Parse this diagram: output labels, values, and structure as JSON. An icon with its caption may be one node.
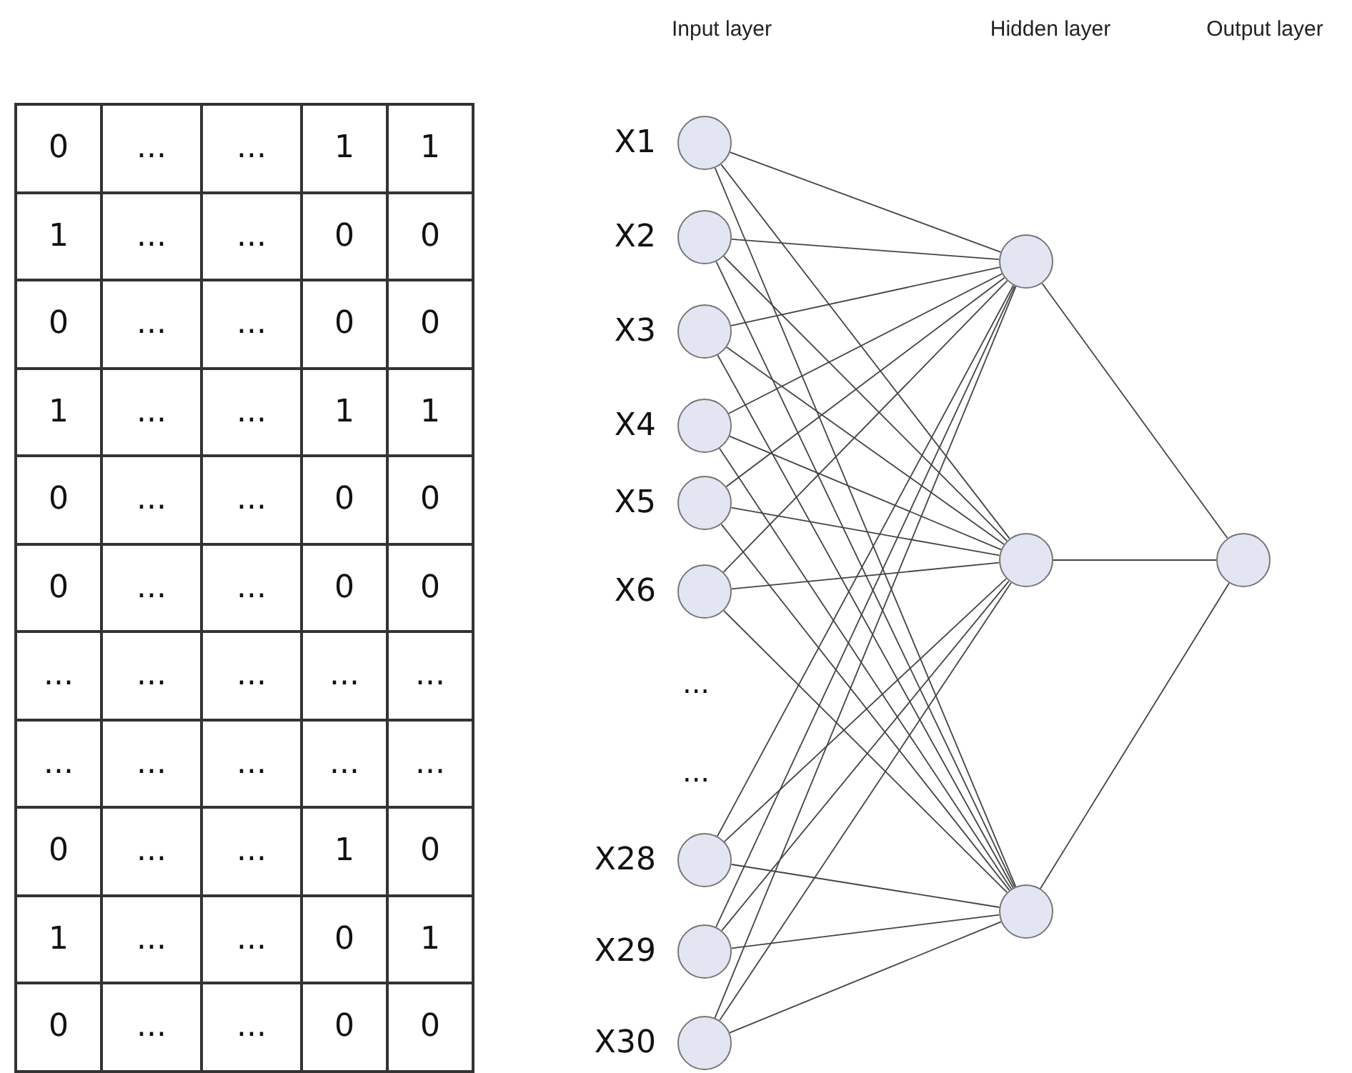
{
  "diagram": {
    "nodes": [
      {
        "text": [],
        "shape": "circle",
        "beside": [
          "X1"
        ]
      },
      {
        "text": [],
        "shape": "circle",
        "beside": [
          "X2"
        ]
      },
      {
        "text": [],
        "shape": "circle",
        "beside": [
          "X3"
        ]
      },
      {
        "text": [],
        "shape": "circle",
        "beside": [
          "X4"
        ]
      },
      {
        "text": [],
        "shape": "circle",
        "beside": [
          "X5"
        ]
      },
      {
        "text": [],
        "shape": "circle",
        "beside": [
          "X6"
        ]
      },
      {
        "text": [],
        "shape": "circle",
        "beside": [
          "X28"
        ]
      },
      {
        "text": [],
        "shape": "circle",
        "beside": [
          "X29"
        ]
      },
      {
        "text": [],
        "shape": "circle",
        "beside": [
          "X30"
        ]
      },
      {
        "text": [],
        "shape": "circle"
      },
      {
        "text": [],
        "shape": "circle"
      },
      {
        "text": [],
        "shape": "circle"
      },
      {
        "text": [],
        "shape": "circle"
      }
    ],
    "edges": [
      {
        "from": 0,
        "to": 9,
        "arrow": "none"
      },
      {
        "from": 0,
        "to": 10,
        "arrow": "none"
      },
      {
        "from": 0,
        "to": 11,
        "arrow": "none"
      },
      {
        "from": 1,
        "to": 9,
        "arrow": "none"
      },
      {
        "from": 1,
        "to": 10,
        "arrow": "none"
      },
      {
        "from": 1,
        "to": 11,
        "arrow": "none"
      },
      {
        "from": 2,
        "to": 9,
        "arrow": "none"
      },
      {
        "from": 2,
        "to": 10,
        "arrow": "none"
      },
      {
        "from": 2,
        "to": 11,
        "arrow": "none"
      },
      {
        "from": 3,
        "to": 9,
        "arrow": "none"
      },
      {
        "from": 3,
        "to": 10,
        "arrow": "none"
      },
      {
        "from": 3,
        "to": 11,
        "arrow": "none"
      },
      {
        "from": 4,
        "to": 9,
        "arrow": "none"
      },
      {
        "from": 4,
        "to": 10,
        "arrow": "none"
      },
      {
        "from": 4,
        "to": 11,
        "arrow": "none"
      },
      {
        "from": 5,
        "to": 9,
        "arrow": "none"
      },
      {
        "from": 5,
        "to": 10,
        "arrow": "none"
      },
      {
        "from": 5,
        "to": 11,
        "arrow": "none"
      },
      {
        "from": 6,
        "to": 9,
        "arrow": "none"
      },
      {
        "from": 6,
        "to": 10,
        "arrow": "none"
      },
      {
        "from": 6,
        "to": 11,
        "arrow": "none"
      },
      {
        "from": 7,
        "to": 9,
        "arrow": "none"
      },
      {
        "from": 7,
        "to": 10,
        "arrow": "none"
      },
      {
        "from": 7,
        "to": 11,
        "arrow": "none"
      },
      {
        "from": 8,
        "to": 9,
        "arrow": "none"
      },
      {
        "from": 8,
        "to": 10,
        "arrow": "none"
      },
      {
        "from": 8,
        "to": 11,
        "arrow": "none"
      },
      {
        "from": 9,
        "to": 12,
        "arrow": "none"
      },
      {
        "from": 10,
        "to": 12,
        "arrow": "none"
      },
      {
        "from": 11,
        "to": 12,
        "arrow": "none"
      }
    ],
    "labels": [
      "Input layer",
      "Hidden layer",
      "Output layer",
      "0",
      "...",
      "...",
      "1",
      "1",
      "1",
      "...",
      "...",
      "0",
      "0",
      "0",
      "...",
      "...",
      "0",
      "0",
      "1",
      "...",
      "...",
      "1",
      "1",
      "0",
      "...",
      "...",
      "0",
      "0",
      "0",
      "...",
      "...",
      "0",
      "0",
      "...",
      "...",
      "...",
      "...",
      "...",
      "...",
      "...",
      "...",
      "...",
      "...",
      "0",
      "...",
      "...",
      "1",
      "0",
      "1",
      "...",
      "...",
      "0",
      "1",
      "0",
      "...",
      "...",
      "0",
      "0",
      "...",
      "..."
    ]
  }
}
